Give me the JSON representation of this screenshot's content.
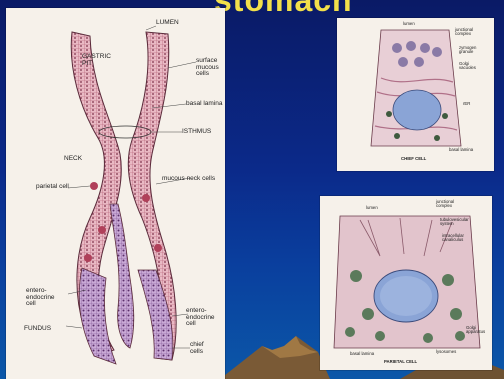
{
  "slide": {
    "title": "stomach",
    "colors": {
      "background_top": "#0a1a66",
      "background_bottom": "#0b57a8",
      "title": "#f2e04a"
    }
  },
  "gland_diagram": {
    "labels": {
      "lumen": "LUMEN",
      "gastric_pit": "GASTRIC\nPIT",
      "surface_mucous_cells": "surface\nmucous\ncells",
      "basal_lamina": "basal lamina",
      "isthmus": "ISTHMUS",
      "neck": "NECK",
      "parietal_cell": "parietal cell",
      "mucous_neck_cells": "mucous neck cells",
      "enteroendocrine_left": "entero-\nendocrine\ncell",
      "enteroendocrine_right": "entero-\nendocrine\ncell",
      "fundus": "FUNDUS",
      "chief_cells": "chief\ncells"
    }
  },
  "chief_cell_figure": {
    "caption": "CHIEF CELL",
    "labels": {
      "lumen": "lumen",
      "junctional_complex": "junctional\ncomplex",
      "zymogen_granule": "zymogen\ngranule",
      "golgi_vacuoles": "Golgi\nvacuoles",
      "rer": "rER",
      "basal_lamina": "basal lamina"
    }
  },
  "parietal_cell_figure": {
    "caption": "PARIETAL CELL",
    "labels": {
      "lumen": "lumen",
      "junctional_complex": "junctional\ncomplex",
      "tubulovesicular_system": "tubulovesicular\nsystem",
      "intracellular_canaliculus": "intracellular\ncanaliculus",
      "golgi_apparatus": "Golgi\napparatus",
      "lysosomes": "lysosomes",
      "basal_lamina": "basal lamina"
    }
  }
}
